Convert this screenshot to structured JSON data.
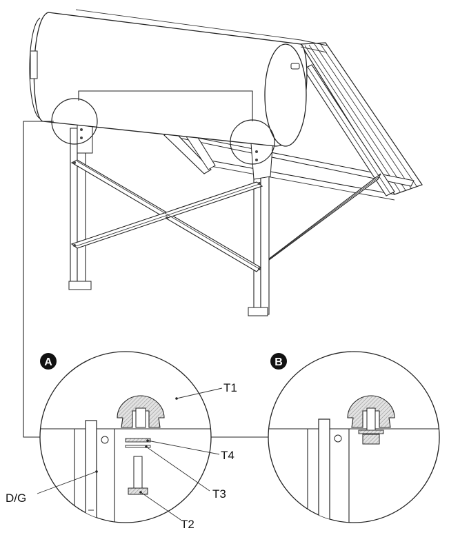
{
  "detail_a": {
    "badge": "A",
    "labels": {
      "t1": "T1",
      "t4": "T4",
      "t3": "T3",
      "t2": "T2",
      "dg": "D/G"
    }
  },
  "detail_b": {
    "badge": "B"
  },
  "colors": {
    "line": "#222222",
    "hatch_fill": "#d8d8d8",
    "badge": "#111111",
    "background": "#ffffff"
  }
}
